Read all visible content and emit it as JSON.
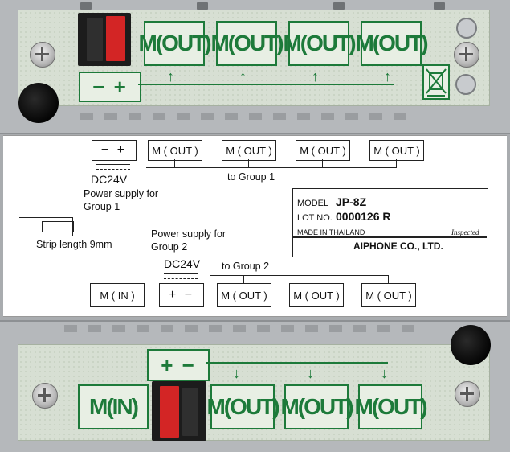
{
  "top_board": {
    "outputs": [
      "M(OUT)",
      "M(OUT)",
      "M(OUT)",
      "M(OUT)"
    ],
    "power_polarity": "−  +",
    "arrow": "↑"
  },
  "bottom_board": {
    "input": "M(IN)",
    "outputs": [
      "M(OUT)",
      "M(OUT)",
      "M(OUT)"
    ],
    "power_polarity": "+ −",
    "arrow": "↓"
  },
  "label": {
    "top_row": {
      "power_box": "−  +",
      "outputs": [
        "M ( OUT )",
        "M ( OUT )",
        "M ( OUT )",
        "M ( OUT )"
      ],
      "voltage": "DC24V",
      "power_caption_1": "Power supply for",
      "power_caption_2": "Group 1",
      "group_caption": "to Group 1"
    },
    "strip_length": "Strip length 9mm",
    "model_card": {
      "model_key": "MODEL",
      "model_value": "JP-8Z",
      "lot_key": "LOT NO.",
      "lot_value": "0000126 R",
      "origin": "MADE IN THAILAND",
      "inspected": "Inspected",
      "maker": "AIPHONE CO., LTD."
    },
    "bottom_row": {
      "power_caption_1": "Power supply for",
      "power_caption_2": "Group 2",
      "voltage": "DC24V",
      "group_caption": "to Group 2",
      "input": "M ( IN )",
      "power_box": "+  −",
      "outputs": [
        "M ( OUT )",
        "M ( OUT )",
        "M ( OUT )"
      ]
    }
  }
}
